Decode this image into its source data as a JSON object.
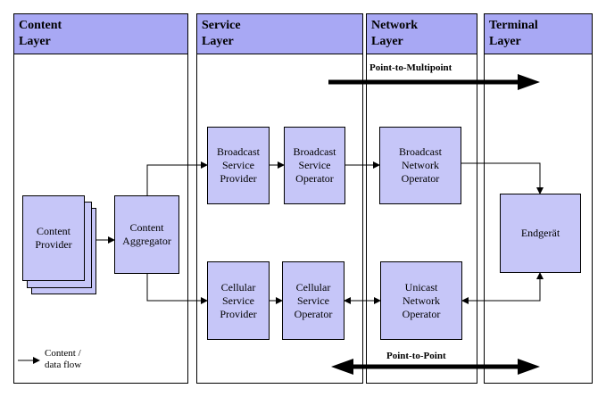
{
  "layers": [
    {
      "title": "Content\nLayer"
    },
    {
      "title": "Service\nLayer"
    },
    {
      "title": "Network\nLayer"
    },
    {
      "title": "Terminal\nLayer"
    }
  ],
  "boxes": {
    "content_provider": "Content\nProvider",
    "content_aggregator": "Content\nAggregator",
    "broadcast_service_provider": "Broadcast\nService\nProvider",
    "broadcast_service_operator": "Broadcast\nService\nOperator",
    "broadcast_network_operator": "Broadcast\nNetwork\nOperator",
    "cellular_service_provider": "Cellular\nService\nProvider",
    "cellular_service_operator": "Cellular\nService\nOperator",
    "unicast_network_operator": "Unicast\nNetwork\nOperator",
    "endgeraet": "Endgerät"
  },
  "flows": {
    "point_to_multipoint": "Point-to-Multipoint",
    "point_to_point": "Point-to-Point"
  },
  "legend": {
    "label": "Content /\ndata flow"
  },
  "colors": {
    "header_fill": "#a8a8f4",
    "box_fill": "#c6c6f8",
    "stroke": "#000000"
  }
}
